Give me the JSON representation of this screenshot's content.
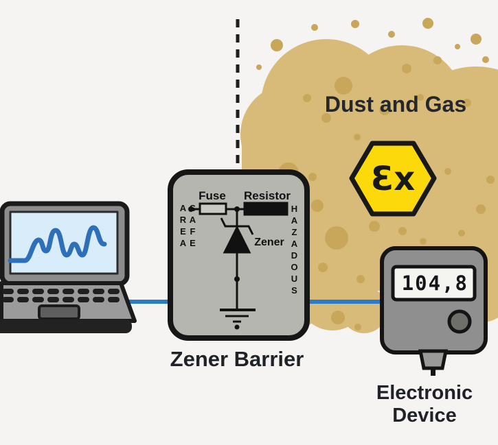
{
  "hazard": {
    "label": "Dust and Gas",
    "ex_symbol": "Ɛx",
    "cloud_color": "#d9bb79",
    "dot_color": "#c8a75a",
    "ex_badge_color": "#fbd90a"
  },
  "laptop": {
    "screen_color": "#d9ecfa",
    "waveform_color": "#2e6fba"
  },
  "connection": {
    "wire_color": "#2a7ac9"
  },
  "barrier": {
    "label": "Zener Barrier",
    "fuse_label": "Fuse",
    "resistor_label": "Resistor",
    "zener_label": "Zener",
    "safe_side_label": "SAFE AREA",
    "hazard_side_label": "HAZADOUS"
  },
  "device": {
    "label": "Electronic Device",
    "display_value": "104,8"
  }
}
